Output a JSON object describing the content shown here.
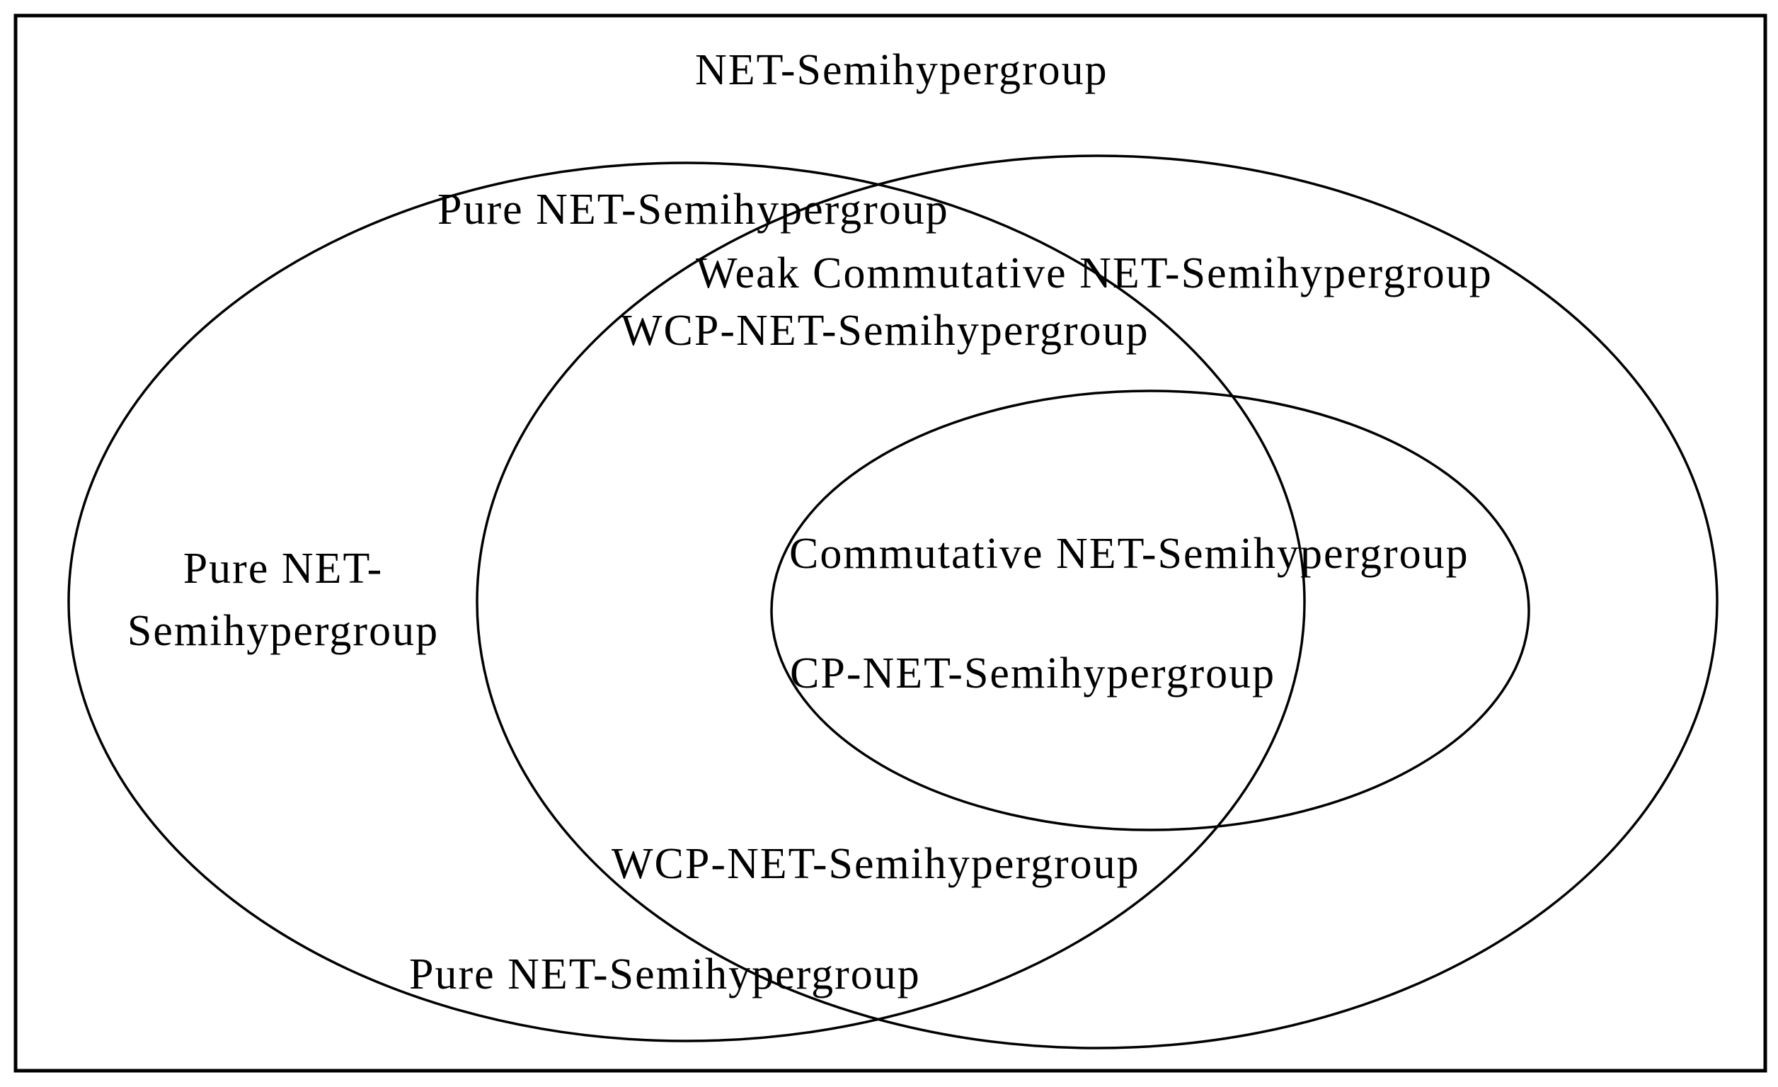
{
  "figure": {
    "type": "venn-diagram",
    "background_color": "#ffffff",
    "ink_color": "#000000",
    "title": "NET-Semihypergroup",
    "labels": {
      "pure_top": "Pure NET-Semihypergroup",
      "weak_commutative": "Weak Commutative NET-Semihypergroup",
      "wcp_upper": "WCP-NET-Semihypergroup",
      "commutative": "Commutative NET-Semihypergroup",
      "cp": "CP-NET-Semihypergroup",
      "pure_left_line1": "Pure NET-",
      "pure_left_line2": "Semihypergroup",
      "wcp_lower": "WCP-NET-Semihypergroup",
      "pure_bottom": "Pure NET-Semihypergroup"
    }
  }
}
